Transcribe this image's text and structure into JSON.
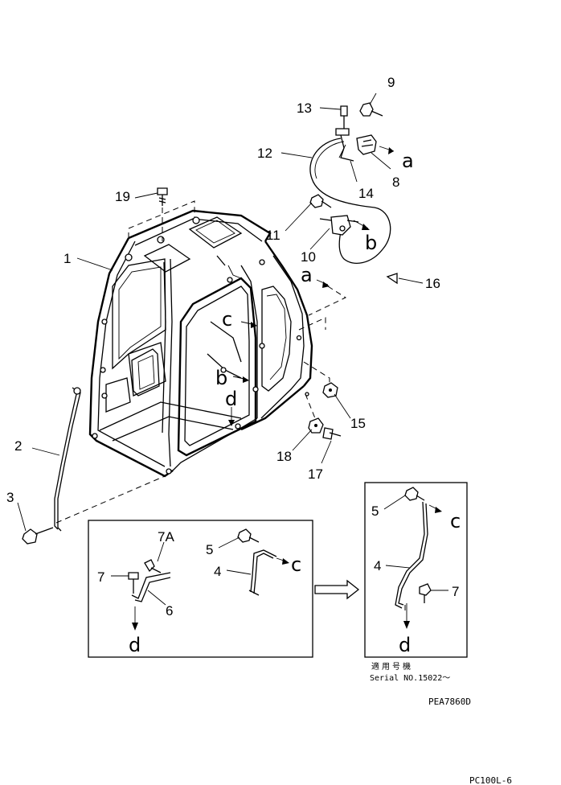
{
  "callouts": {
    "c1": "1",
    "c2": "2",
    "c3": "3",
    "c4": "4",
    "c4b": "4",
    "c5": "5",
    "c5b": "5",
    "c6": "6",
    "c7": "7",
    "c7b": "7",
    "c7a": "7A",
    "c8": "8",
    "c9": "9",
    "c10": "10",
    "c11": "11",
    "c12": "12",
    "c13": "13",
    "c14": "14",
    "c15": "15",
    "c16": "16",
    "c17": "17",
    "c18": "18",
    "c19": "19"
  },
  "refs": {
    "a1": "a",
    "a2": "a",
    "b1": "b",
    "b2": "b",
    "c_cab": "c",
    "c_inset1": "c",
    "c_inset2": "c",
    "d_cab": "d",
    "d_inset1": "d",
    "d_inset2": "d"
  },
  "serial": {
    "japanese": "適用号機",
    "text": "Serial NO.15022～"
  },
  "drawing_code": "PEA7860D",
  "page_code": "PC100L-6"
}
